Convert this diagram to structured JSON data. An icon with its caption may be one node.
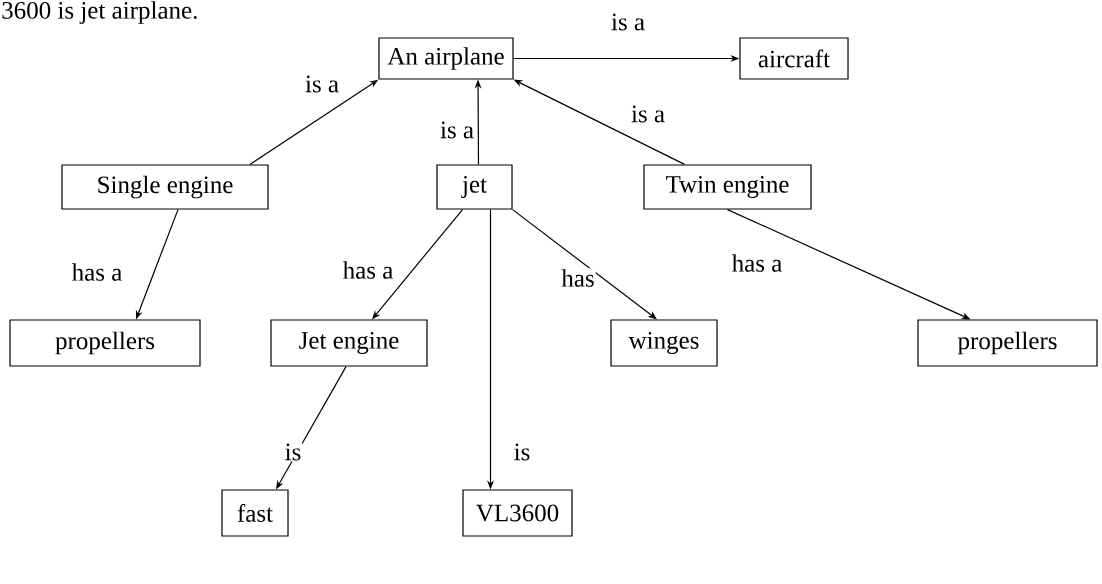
{
  "diagram": {
    "nodes": [
      {
        "text": [
          "An airplane"
        ]
      },
      {
        "text": [
          "aircraft"
        ]
      },
      {
        "text": [
          "Single engine"
        ]
      },
      {
        "text": [
          "jet"
        ]
      },
      {
        "text": [
          "Twin engine"
        ]
      },
      {
        "text": [
          "propellers"
        ]
      },
      {
        "text": [
          "Jet engine"
        ]
      },
      {
        "text": [
          "winges"
        ]
      },
      {
        "text": [
          "propellers"
        ]
      },
      {
        "text": [
          "fast"
        ]
      },
      {
        "text": [
          "VL3600"
        ]
      }
    ],
    "edges": [
      {
        "from": 0,
        "to": 1,
        "arrow": "to",
        "label": "is a"
      },
      {
        "from": 2,
        "to": 0,
        "arrow": "to",
        "label": "is a"
      },
      {
        "from": 3,
        "to": 0,
        "arrow": "to",
        "label": "is a"
      },
      {
        "from": 4,
        "to": 0,
        "arrow": "to",
        "label": "is a"
      },
      {
        "from": 2,
        "to": 5,
        "arrow": "to",
        "label": "has a"
      },
      {
        "from": 3,
        "to": 6,
        "arrow": "to",
        "label": "has a"
      },
      {
        "from": 3,
        "to": 10,
        "arrow": "to",
        "label": "is"
      },
      {
        "from": 3,
        "to": 7,
        "arrow": "to",
        "label": "has"
      },
      {
        "from": 4,
        "to": 8,
        "arrow": "to",
        "label": "has a"
      },
      {
        "from": 6,
        "to": 9,
        "arrow": "to",
        "label": "is"
      }
    ],
    "labels": [
      "3600 is jet airplane."
    ]
  }
}
